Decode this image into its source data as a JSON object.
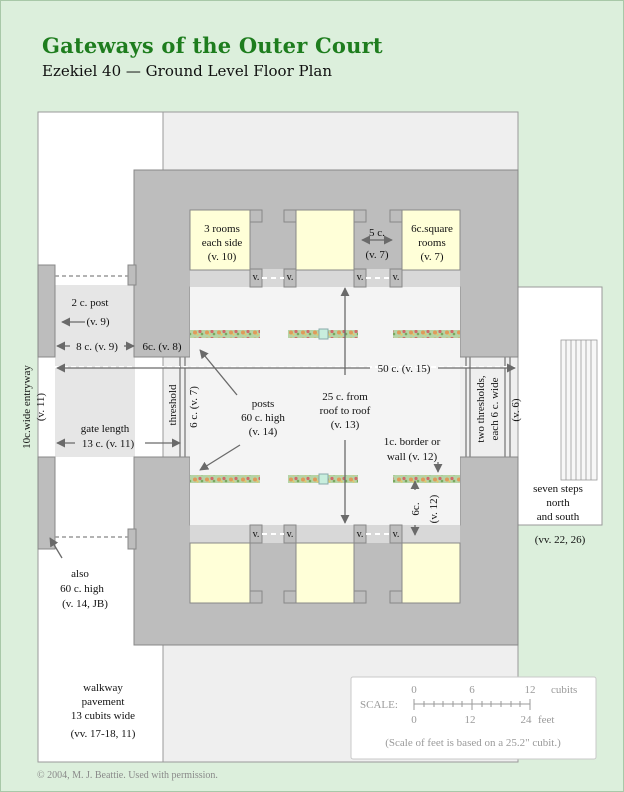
{
  "header": {
    "title": "Gateways of the Outer Court",
    "subtitle": "Ezekiel 40 — Ground Level Floor Plan"
  },
  "colors": {
    "background": "#dcefdc",
    "title": "#1e7d1e",
    "wall": "#bdbdbd",
    "room": "#ffffd8",
    "floor": "#efefef",
    "arrow": "#6a6a6a"
  },
  "labels": {
    "rooms_line1": "3 rooms",
    "rooms_line2": "each side",
    "rooms_line3": "(v. 10)",
    "five_c": "5 c.",
    "v7": "(v. 7)",
    "square_line1": "6c.square",
    "square_line2": "rooms",
    "post_line1": "2 c. post",
    "post_line2": "(v. 9)",
    "eight_c": "8 c. (v. 9)",
    "six_c_v8": "6c. (v. 8)",
    "entry_line1": "10c.wide entryway",
    "entry_line2": "(v. 11)",
    "fifty_c": "50 c. (v. 15)",
    "threshold": "threshold",
    "threshold_six": "6 c. (v. 7)",
    "posts_line1": "posts",
    "posts_line2": "60 c. high",
    "posts_line3": "(v. 14)",
    "roof_line1": "25 c. from",
    "roof_line2": "roof to roof",
    "roof_line3": "(v. 13)",
    "gate_line1": "gate length",
    "gate_line2": "13 c. (v. 11)",
    "two_thr_line1": "two thresholds,",
    "two_thr_line2": "each 6 c. wide",
    "v6": "(v. 6)",
    "border_line1": "1c. border or",
    "border_line2": "wall (v. 12)",
    "six_c_v12a": "6c.",
    "six_c_v12b": "(v. 12)",
    "steps_line1": "seven steps",
    "steps_line2": "north",
    "steps_line3": "and south",
    "steps_ref": "(vv. 22, 26)",
    "also_line1": "also",
    "also_line2": "60 c. high",
    "also_line3": "(v. 14, JB)",
    "walk_line1": "walkway",
    "walk_line2": "pavement",
    "walk_line3": "13 cubits wide",
    "walk_line4": "(vv. 17-18, 11)",
    "v": "v."
  },
  "scale": {
    "label": "SCALE:",
    "cubits_ticks": [
      "0",
      "6",
      "12"
    ],
    "cubits_unit": "cubits",
    "feet_ticks": [
      "0",
      "12",
      "24"
    ],
    "feet_unit": "feet",
    "note": "(Scale of feet is based on a 25.2\" cubit.)"
  },
  "footer": {
    "copyright": "©  2004, M. J. Beattie.  Used with permission."
  }
}
